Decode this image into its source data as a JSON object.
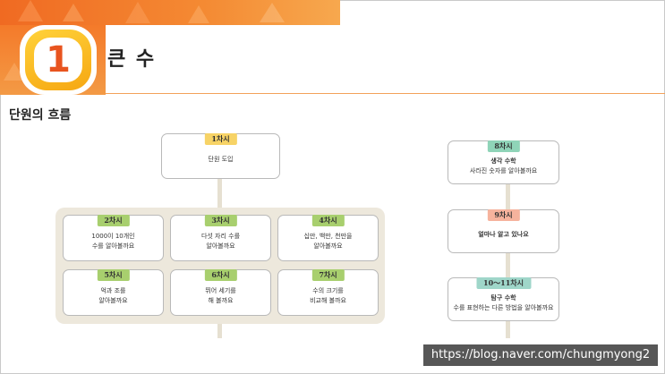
{
  "header": {
    "unit_number": "1",
    "unit_title": "큰 수",
    "colors": {
      "band": "#f06a22",
      "badge": "#f6a712",
      "number": "#e8541f"
    }
  },
  "section": {
    "title": "단원의 흐름"
  },
  "intro": {
    "tag": "1차시",
    "lines": [
      "단원 도입"
    ]
  },
  "group_lessons": [
    {
      "tag": "2차시",
      "lines": [
        "1000이 10개인",
        "수를 알아볼까요"
      ]
    },
    {
      "tag": "3차시",
      "lines": [
        "다섯 자리 수를",
        "알아볼까요"
      ]
    },
    {
      "tag": "4차시",
      "lines": [
        "십만, 백만, 천만을",
        "알아볼까요"
      ]
    },
    {
      "tag": "5차시",
      "lines": [
        "억과 조를",
        "알아볼까요"
      ]
    },
    {
      "tag": "6차시",
      "lines": [
        "뛰어 세기를",
        "해 볼까요"
      ]
    },
    {
      "tag": "7차시",
      "lines": [
        "수의 크기를",
        "비교해 볼까요"
      ]
    }
  ],
  "right_lessons": [
    {
      "tag": "8차시",
      "lines": [
        "생각 수학",
        "사라진 숫자를 알아볼까요"
      ]
    },
    {
      "tag": "9차시",
      "lines": [
        "얼마나 알고 있나요"
      ]
    },
    {
      "tag": "10～11차시",
      "lines": [
        "탐구 수학",
        "수를 표현하는 다른 방법을 알아볼까요"
      ]
    }
  ],
  "watermark": "https://blog.naver.com/chungmyong2"
}
